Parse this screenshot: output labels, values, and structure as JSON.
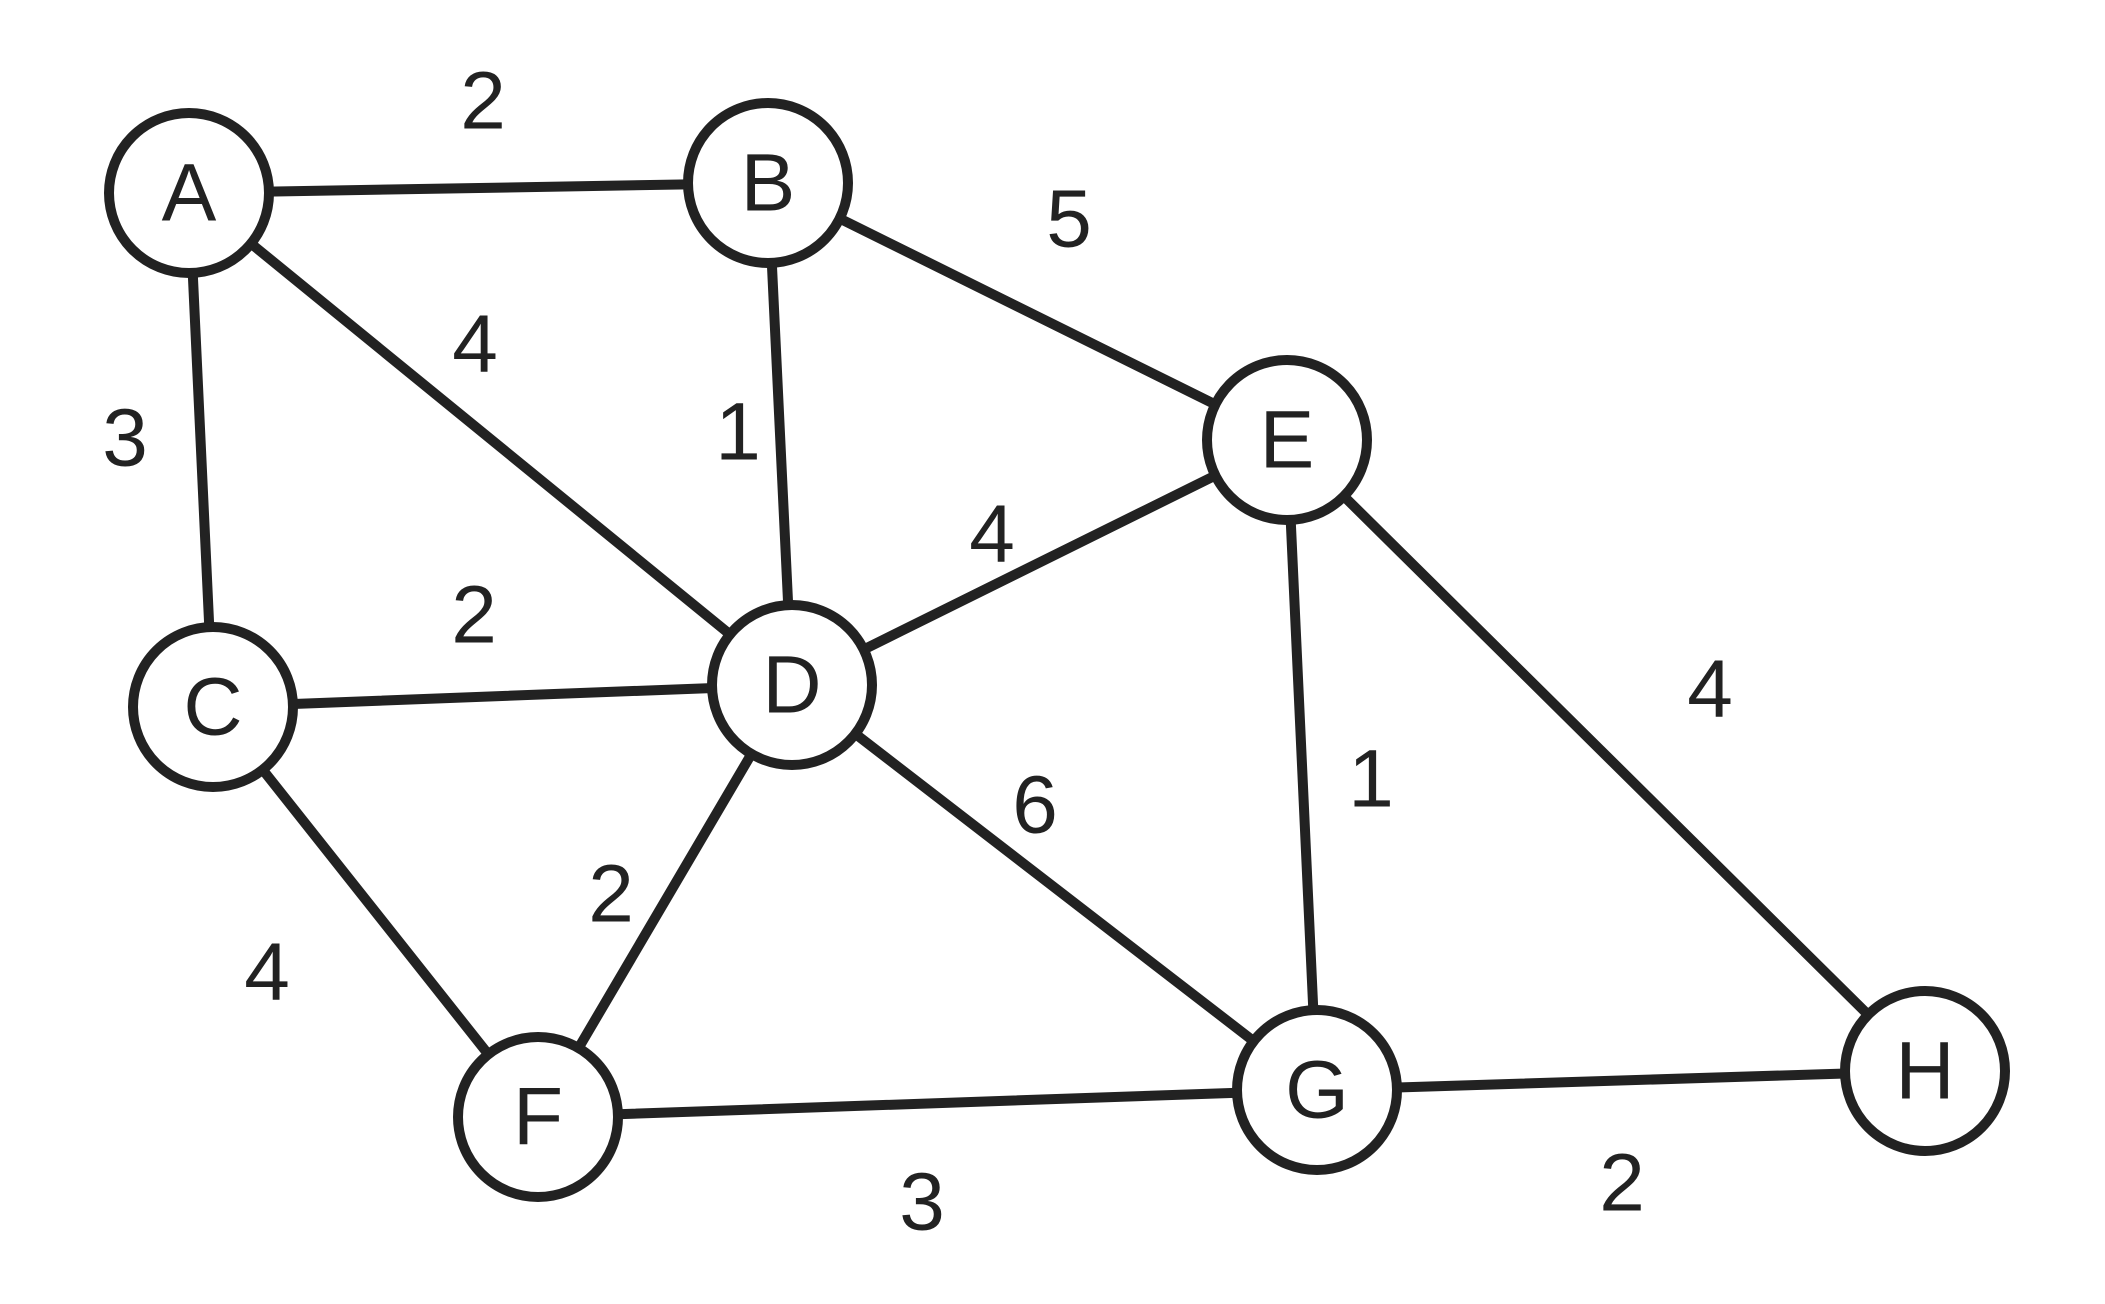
{
  "graph": {
    "nodes": [
      "A",
      "B",
      "C",
      "D",
      "E",
      "F",
      "G",
      "H"
    ],
    "edges": [
      {
        "from": "A",
        "to": "B",
        "weight": "2"
      },
      {
        "from": "A",
        "to": "C",
        "weight": "3"
      },
      {
        "from": "A",
        "to": "D",
        "weight": "4"
      },
      {
        "from": "B",
        "to": "D",
        "weight": "1"
      },
      {
        "from": "B",
        "to": "E",
        "weight": "5"
      },
      {
        "from": "C",
        "to": "D",
        "weight": "2"
      },
      {
        "from": "D",
        "to": "E",
        "weight": "4"
      },
      {
        "from": "C",
        "to": "F",
        "weight": "4"
      },
      {
        "from": "D",
        "to": "F",
        "weight": "2"
      },
      {
        "from": "D",
        "to": "G",
        "weight": "6"
      },
      {
        "from": "E",
        "to": "G",
        "weight": "1"
      },
      {
        "from": "E",
        "to": "H",
        "weight": "4"
      },
      {
        "from": "F",
        "to": "G",
        "weight": "3"
      },
      {
        "from": "G",
        "to": "H",
        "weight": "2"
      }
    ]
  }
}
